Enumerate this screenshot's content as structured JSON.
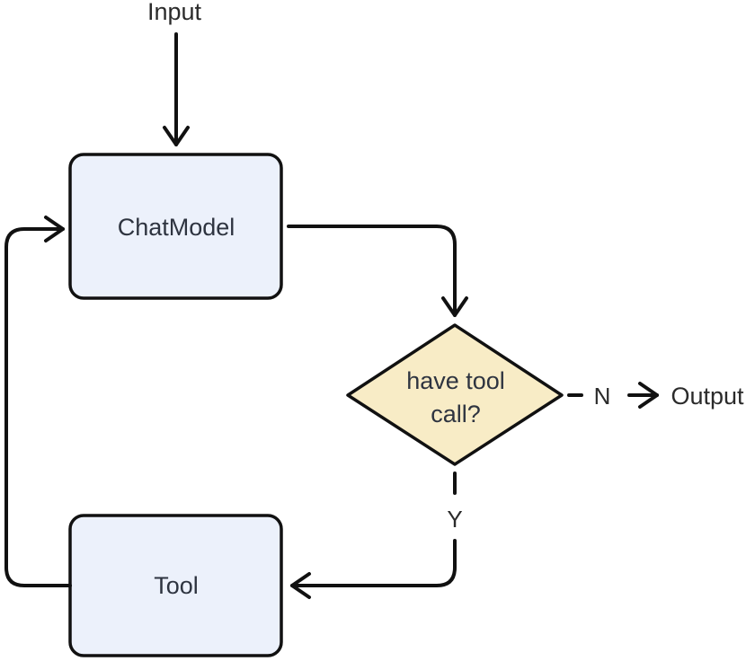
{
  "diagram": {
    "type": "flowchart",
    "nodes": {
      "input": {
        "label": "Input",
        "shape": "text"
      },
      "chat_model": {
        "label": "ChatModel",
        "shape": "rounded-rect"
      },
      "decision": {
        "label_line1": "have tool",
        "label_line2": "call?",
        "shape": "diamond"
      },
      "tool": {
        "label": "Tool",
        "shape": "rounded-rect"
      },
      "output": {
        "label": "Output",
        "shape": "text"
      }
    },
    "edges": {
      "input_to_chatmodel": {
        "style": "solid-arrow"
      },
      "chatmodel_to_decision": {
        "style": "solid-arrow"
      },
      "decision_to_output": {
        "label": "N",
        "style": "dashed-arrow"
      },
      "decision_to_tool": {
        "label": "Y",
        "style": "dashed-then-solid-arrow"
      },
      "tool_to_chatmodel": {
        "style": "solid-arrow"
      }
    },
    "colors": {
      "process_fill": "#ecf1fb",
      "decision_fill": "#f8ecc6",
      "stroke": "#111111",
      "node_text": "#2e3440",
      "label_text": "#2b2b2b",
      "background": "#ffffff"
    }
  }
}
